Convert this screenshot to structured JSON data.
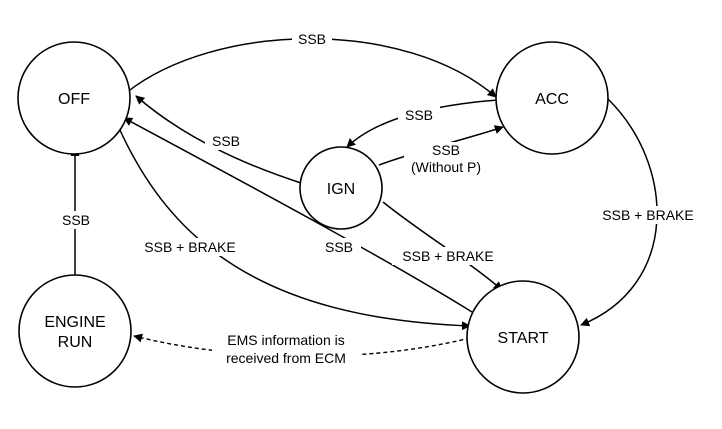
{
  "diagram": {
    "nodes": {
      "off": "OFF",
      "acc": "ACC",
      "ign": "IGN",
      "start": "START",
      "engine_run_line1": "ENGINE",
      "engine_run_line2": "RUN"
    },
    "edges": {
      "off_to_acc": "SSB",
      "acc_to_ign": "SSB",
      "ign_to_off": "SSB",
      "ign_to_acc_line1": "SSB",
      "ign_to_acc_line2": "(Without P)",
      "acc_to_start": "SSB + BRAKE",
      "engine_run_to_off": "SSB",
      "off_to_start": "SSB + BRAKE",
      "start_to_off": "SSB",
      "ign_to_start": "SSB + BRAKE",
      "start_to_engine_run_line1": "EMS information is",
      "start_to_engine_run_line2": "received from ECM"
    }
  }
}
